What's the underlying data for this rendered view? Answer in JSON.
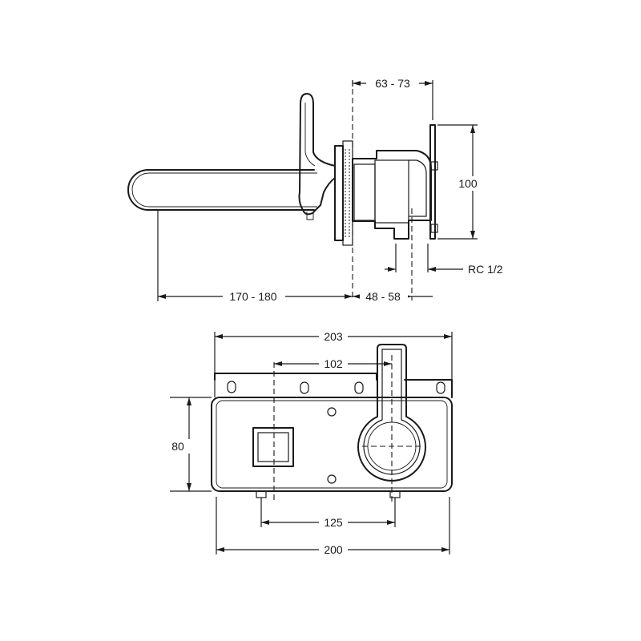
{
  "dimensions": {
    "mount_depth": "63 - 73",
    "plate_height": "100",
    "connection": "RC 1/2",
    "spout_reach": "170 - 180",
    "body_offset": "48 - 58",
    "overall_width": "203",
    "center_offset": "102",
    "plate_height_front": "80",
    "hole_spacing": "125",
    "plate_width": "200"
  }
}
